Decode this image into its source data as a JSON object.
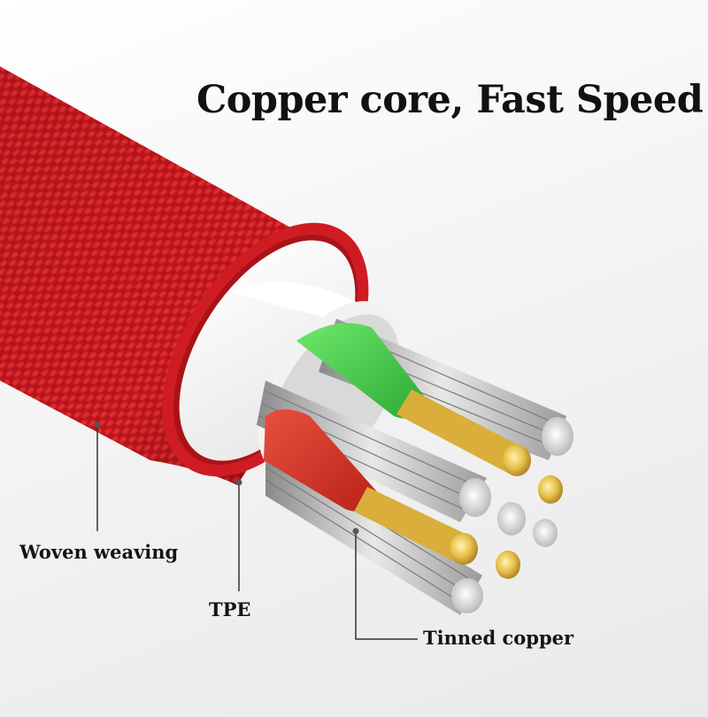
{
  "headline": "Copper core, Fast Speed",
  "callouts": {
    "woven": "Woven weaving",
    "tpe": "TPE",
    "tinned": "Tinned copper"
  },
  "colors": {
    "braid": "#c8161b",
    "tpe_jacket": "#ffffff",
    "insulation_green": "#35c93b",
    "insulation_red": "#d42a1f",
    "copper_core": "#e8c24a"
  }
}
